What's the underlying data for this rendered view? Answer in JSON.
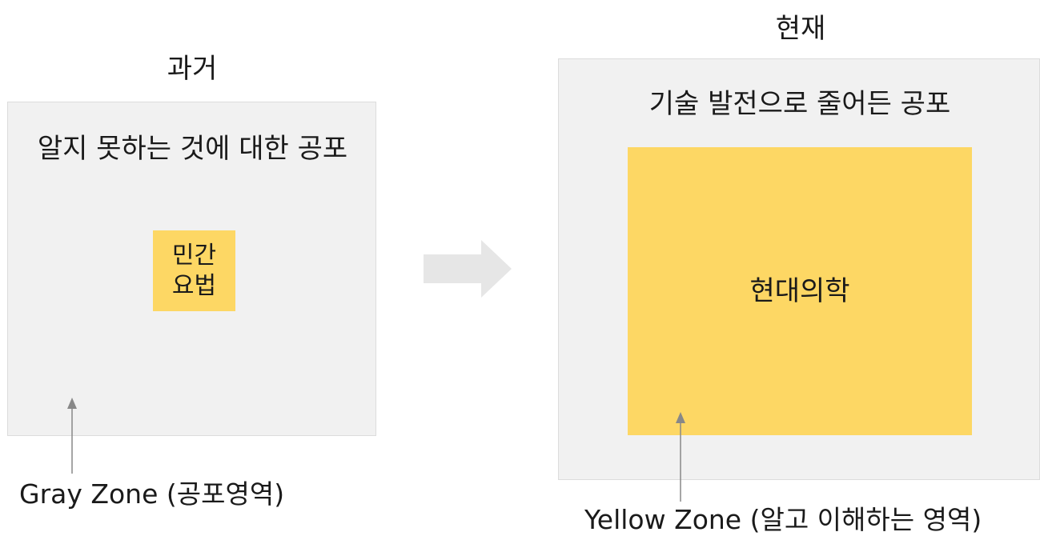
{
  "past": {
    "title": "과거",
    "outer_caption": "알지 못하는 것에 대한 공포",
    "inner_label_lines": [
      "민간",
      "요법"
    ],
    "zone_label": "Gray Zone (공포영역)"
  },
  "present": {
    "title": "현재",
    "outer_caption": "기술 발전으로 줄어든 공포",
    "inner_label": "현대의학",
    "zone_label": "Yellow Zone (알고 이해하는 영역)"
  },
  "colors": {
    "gray_zone": "#f1f1f1",
    "yellow_zone": "#fdd764",
    "arrow": "#e6e6e6",
    "pointer": "#888888",
    "text": "#1a1a1a"
  },
  "icons": {
    "transition": "right-arrow-icon",
    "pointer": "up-arrow-icon"
  }
}
